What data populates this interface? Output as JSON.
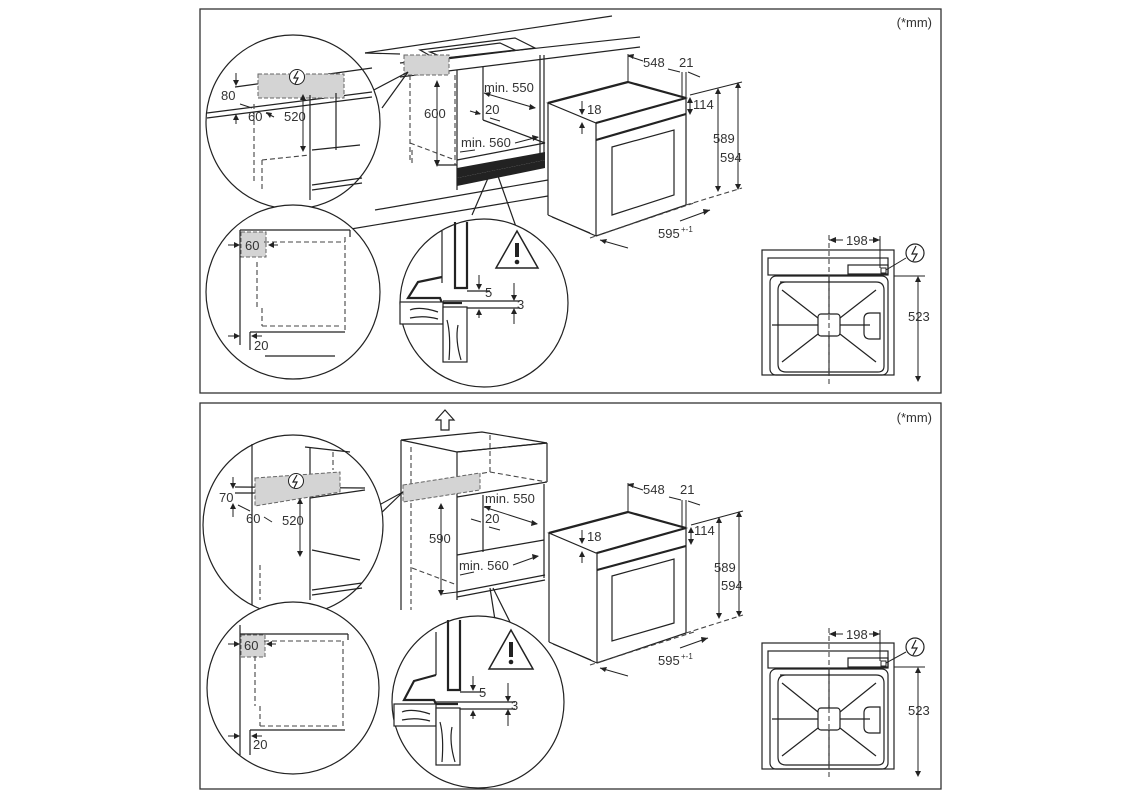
{
  "units_note": "(*mm)",
  "panels": [
    {
      "id": "installation-under-worktop",
      "units": "(*mm)",
      "cabinet": {
        "height": "600",
        "depth_min": "min. 550",
        "width_min": "min. 560",
        "rear_gap": "20"
      },
      "detail_top": {
        "cutout_height": "80",
        "cutout_depth": "60",
        "top_height": "520"
      },
      "detail_side": {
        "side_gap": "60",
        "bottom_gap": "20"
      },
      "detail_gap": {
        "gap_upper": "5",
        "gap_lower": "3"
      },
      "oven": {
        "depth": "548",
        "front_thickness": "21",
        "panel_height": "114",
        "side_offset": "18",
        "height_body": "589",
        "height_total": "594",
        "width": "595",
        "width_tolerance": "+-1"
      },
      "rear_view": {
        "socket_offset": "198",
        "socket_height": "523"
      }
    },
    {
      "id": "installation-in-column",
      "units": "(*mm)",
      "cabinet": {
        "height": "590",
        "depth_min": "min. 550",
        "width_min": "min. 560",
        "rear_gap": "20"
      },
      "detail_top": {
        "cutout_height": "70",
        "cutout_depth": "60",
        "top_height": "520"
      },
      "detail_side": {
        "side_gap": "60",
        "bottom_gap": "20"
      },
      "detail_gap": {
        "gap_upper": "5",
        "gap_lower": "3"
      },
      "oven": {
        "depth": "548",
        "front_thickness": "21",
        "panel_height": "114",
        "side_offset": "18",
        "height_body": "589",
        "height_total": "594",
        "width": "595",
        "width_tolerance": "+-1"
      },
      "rear_view": {
        "socket_offset": "198",
        "socket_height": "523"
      }
    }
  ],
  "icons": {
    "electric": "lightning-bolt-in-circle",
    "warning": "warning-triangle-exclamation",
    "up": "up-arrow-outline"
  }
}
